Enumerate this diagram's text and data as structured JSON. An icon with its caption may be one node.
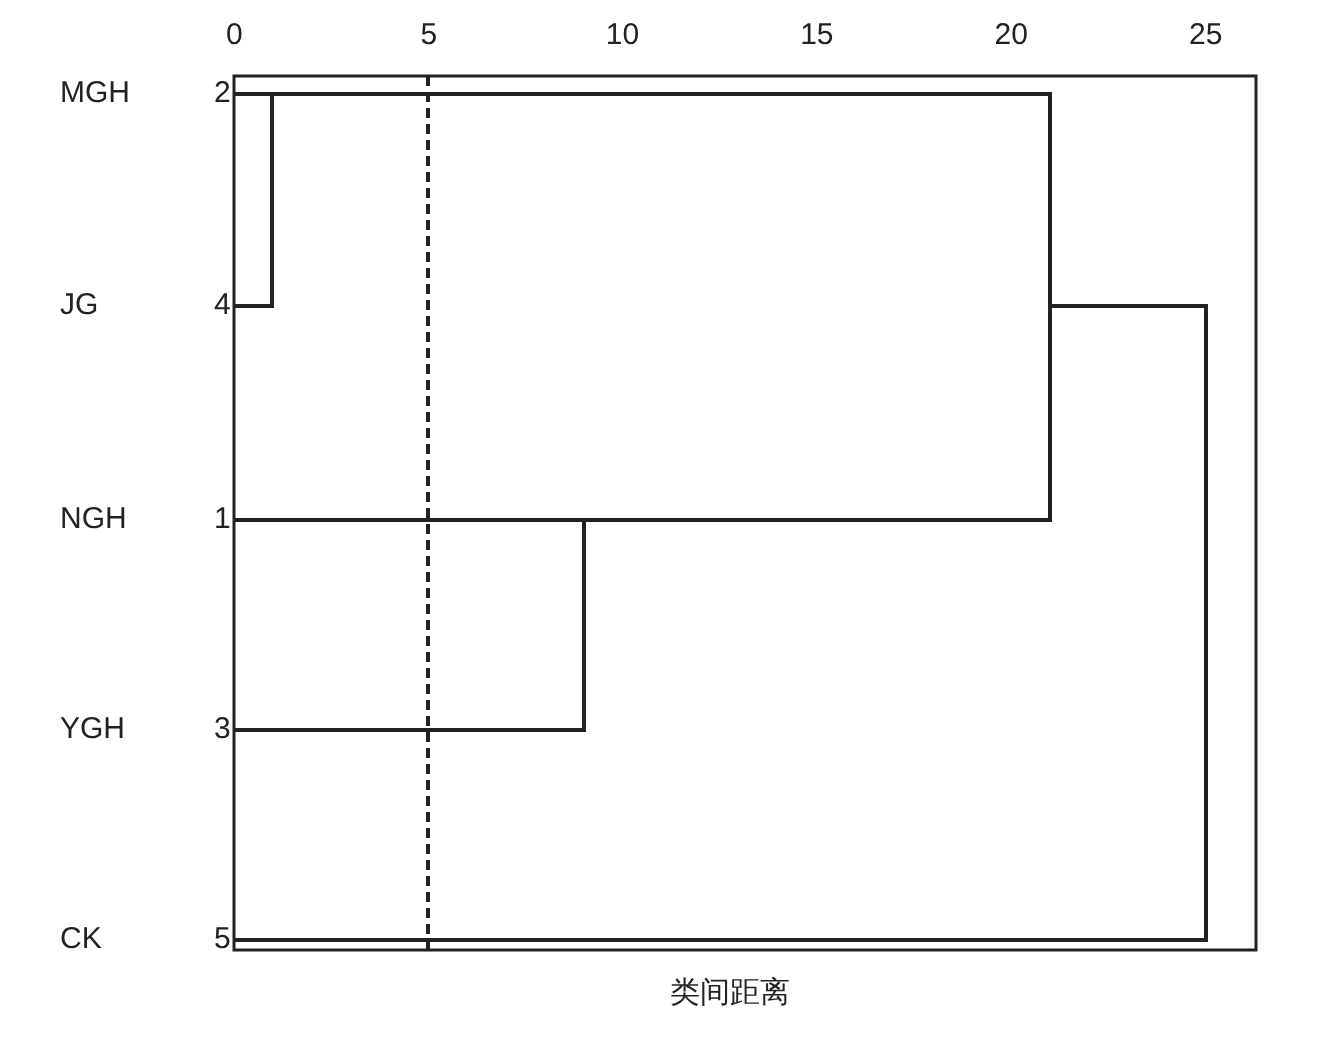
{
  "diagram": {
    "labels": [
      "0",
      "5",
      "10",
      "15",
      "20",
      "25",
      "MGH",
      "2",
      "JG",
      "4",
      "NGH",
      "1",
      "YGH",
      "3",
      "CK",
      "5",
      "类间距离"
    ]
  }
}
